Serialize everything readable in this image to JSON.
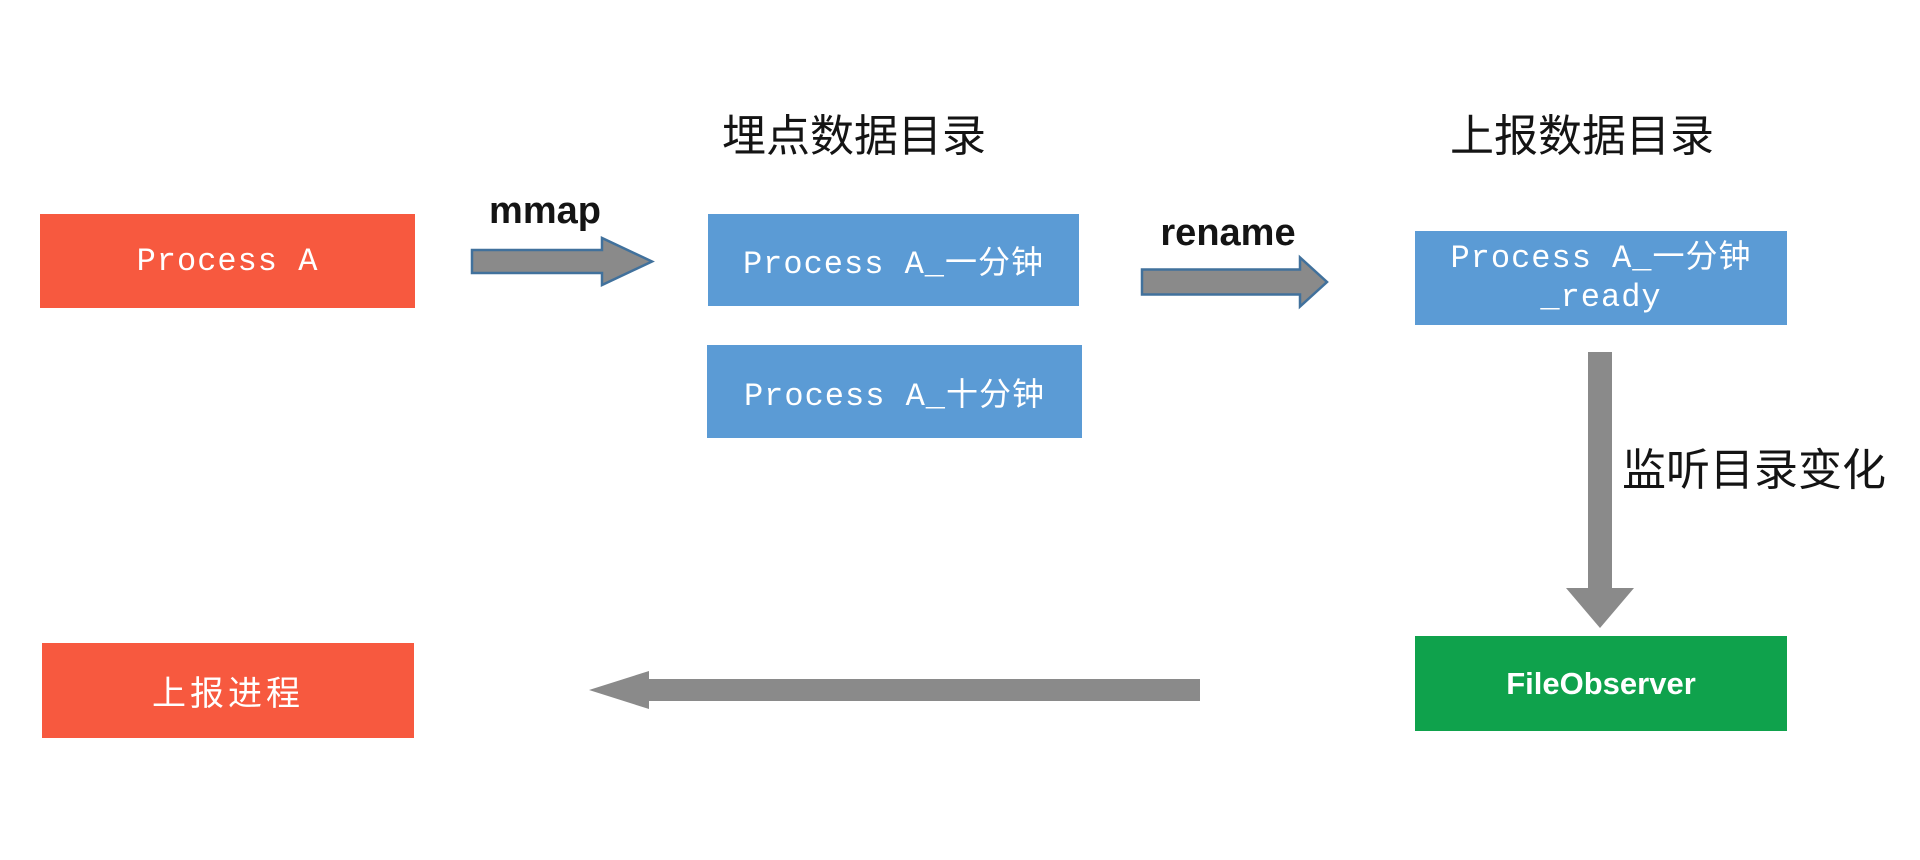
{
  "palette": {
    "process_box_red": "#F7593F",
    "directory_box_blue": "#5B9BD5",
    "observer_box_green": "#0FA24C",
    "arrow_gray": "#8A8A8A",
    "arrow_outline_blue": "#41719C",
    "label_text_dark": "#141414",
    "box_text_white": "#FFFFFF",
    "background": "#FFFFFF"
  },
  "headings": {
    "staging_directory": "埋点数据目录",
    "report_directory": "上报数据目录"
  },
  "nodes": {
    "process_a": {
      "label": "Process A"
    },
    "one_minute_file": {
      "label": "Process A_一分钟"
    },
    "ten_minute_file": {
      "label": "Process A_十分钟"
    },
    "ready_file": {
      "line1": "Process A_一分钟",
      "line2": "_ready"
    },
    "file_observer": {
      "label": "FileObserver"
    },
    "report_process": {
      "label": "上报进程"
    }
  },
  "edges": {
    "mmap": {
      "label": "mmap"
    },
    "rename": {
      "label": "rename"
    },
    "watch_directory": {
      "label": "监听目录变化"
    }
  }
}
